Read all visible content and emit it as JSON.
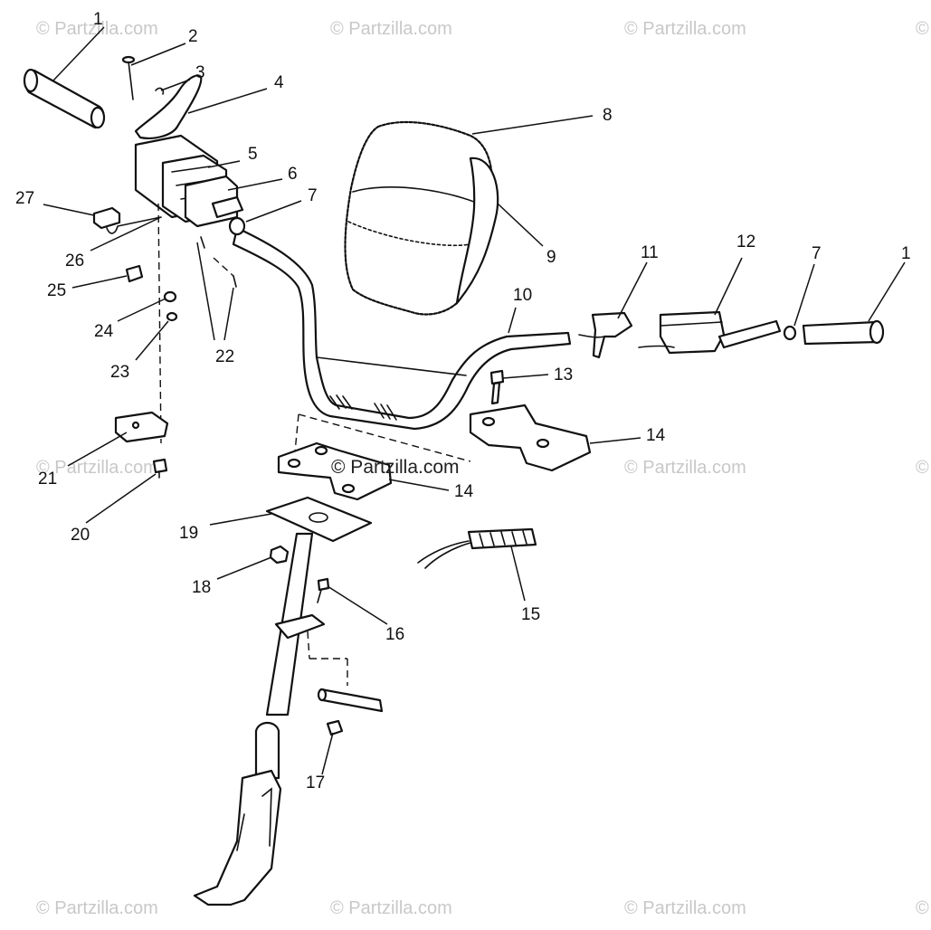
{
  "diagram": {
    "callouts": [
      "1",
      "2",
      "3",
      "4",
      "5",
      "6",
      "7",
      "8",
      "9",
      "10",
      "11",
      "12",
      "7",
      "1",
      "13",
      "14",
      "14",
      "15",
      "16",
      "17",
      "18",
      "19",
      "20",
      "21",
      "22",
      "23",
      "24",
      "25",
      "26",
      "27"
    ],
    "watermarks": {
      "repeated": "© Partzilla.com",
      "center": "© Partzilla.com",
      "edge": "©"
    }
  }
}
